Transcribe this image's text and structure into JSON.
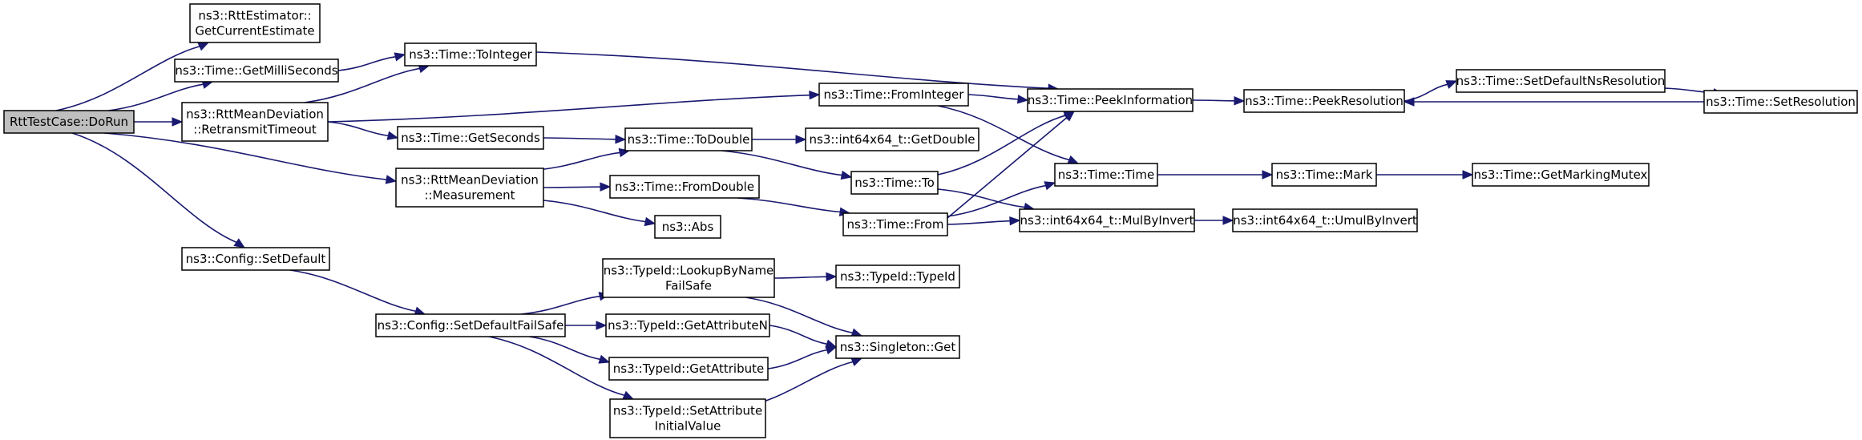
{
  "nodes": [
    {
      "id": "n0",
      "lines": [
        "RttTestCase::DoRun"
      ],
      "root": true
    },
    {
      "id": "n1",
      "lines": [
        "ns3::RttEstimator::",
        "GetCurrentEstimate"
      ]
    },
    {
      "id": "n2",
      "lines": [
        "ns3::Time::GetMilliSeconds"
      ]
    },
    {
      "id": "n3",
      "lines": [
        "ns3::Time::ToInteger"
      ]
    },
    {
      "id": "n4",
      "lines": [
        "ns3::RttMeanDeviation",
        "::RetransmitTimeout"
      ]
    },
    {
      "id": "n5",
      "lines": [
        "ns3::Time::FromInteger"
      ]
    },
    {
      "id": "n6",
      "lines": [
        "ns3::Time::PeekInformation"
      ]
    },
    {
      "id": "n7",
      "lines": [
        "ns3::Time::PeekResolution"
      ]
    },
    {
      "id": "n8",
      "lines": [
        "ns3::Time::SetDefaultNsResolution"
      ]
    },
    {
      "id": "n9",
      "lines": [
        "ns3::Time::SetResolution"
      ]
    },
    {
      "id": "n10",
      "lines": [
        "ns3::Time::GetSeconds"
      ]
    },
    {
      "id": "n11",
      "lines": [
        "ns3::Time::ToDouble"
      ]
    },
    {
      "id": "n12",
      "lines": [
        "ns3::int64x64_t::GetDouble"
      ]
    },
    {
      "id": "n13",
      "lines": [
        "ns3::Time::To"
      ]
    },
    {
      "id": "n14",
      "lines": [
        "ns3::Time::Time"
      ]
    },
    {
      "id": "n15",
      "lines": [
        "ns3::Time::Mark"
      ]
    },
    {
      "id": "n16",
      "lines": [
        "ns3::Time::GetMarkingMutex"
      ]
    },
    {
      "id": "n17",
      "lines": [
        "ns3::RttMeanDeviation",
        "::Measurement"
      ]
    },
    {
      "id": "n18",
      "lines": [
        "ns3::Time::FromDouble"
      ]
    },
    {
      "id": "n19",
      "lines": [
        "ns3::Time::From"
      ]
    },
    {
      "id": "n20",
      "lines": [
        "ns3::int64x64_t::MulByInvert"
      ]
    },
    {
      "id": "n21",
      "lines": [
        "ns3::int64x64_t::UmulByInvert"
      ]
    },
    {
      "id": "n22",
      "lines": [
        "ns3::Abs"
      ]
    },
    {
      "id": "n23",
      "lines": [
        "ns3::Config::SetDefault"
      ]
    },
    {
      "id": "n24",
      "lines": [
        "ns3::Config::SetDefaultFailSafe"
      ]
    },
    {
      "id": "n25",
      "lines": [
        "ns3::TypeId::LookupByName",
        "FailSafe"
      ]
    },
    {
      "id": "n26",
      "lines": [
        "ns3::TypeId::TypeId"
      ]
    },
    {
      "id": "n27",
      "lines": [
        "ns3::TypeId::GetAttributeN"
      ]
    },
    {
      "id": "n28",
      "lines": [
        "ns3::Singleton::Get"
      ]
    },
    {
      "id": "n29",
      "lines": [
        "ns3::TypeId::GetAttribute"
      ]
    },
    {
      "id": "n30",
      "lines": [
        "ns3::TypeId::SetAttribute",
        "InitialValue"
      ]
    }
  ],
  "edges": [
    [
      "n0",
      "n1"
    ],
    [
      "n0",
      "n2"
    ],
    [
      "n0",
      "n4"
    ],
    [
      "n0",
      "n17"
    ],
    [
      "n0",
      "n23"
    ],
    [
      "n2",
      "n3"
    ],
    [
      "n3",
      "n6"
    ],
    [
      "n4",
      "n3"
    ],
    [
      "n4",
      "n5"
    ],
    [
      "n4",
      "n10"
    ],
    [
      "n5",
      "n6"
    ],
    [
      "n5",
      "n14"
    ],
    [
      "n6",
      "n7"
    ],
    [
      "n7",
      "n8"
    ],
    [
      "n8",
      "n9"
    ],
    [
      "n9",
      "n7"
    ],
    [
      "n10",
      "n11"
    ],
    [
      "n11",
      "n12"
    ],
    [
      "n11",
      "n13"
    ],
    [
      "n13",
      "n6"
    ],
    [
      "n13",
      "n20"
    ],
    [
      "n14",
      "n15"
    ],
    [
      "n15",
      "n16"
    ],
    [
      "n17",
      "n11"
    ],
    [
      "n17",
      "n18"
    ],
    [
      "n17",
      "n22"
    ],
    [
      "n18",
      "n19"
    ],
    [
      "n19",
      "n6"
    ],
    [
      "n19",
      "n14"
    ],
    [
      "n19",
      "n20"
    ],
    [
      "n20",
      "n21"
    ],
    [
      "n23",
      "n24"
    ],
    [
      "n24",
      "n25"
    ],
    [
      "n24",
      "n27"
    ],
    [
      "n24",
      "n29"
    ],
    [
      "n24",
      "n30"
    ],
    [
      "n25",
      "n26"
    ],
    [
      "n25",
      "n28"
    ],
    [
      "n27",
      "n28"
    ],
    [
      "n29",
      "n28"
    ],
    [
      "n30",
      "n28"
    ]
  ]
}
